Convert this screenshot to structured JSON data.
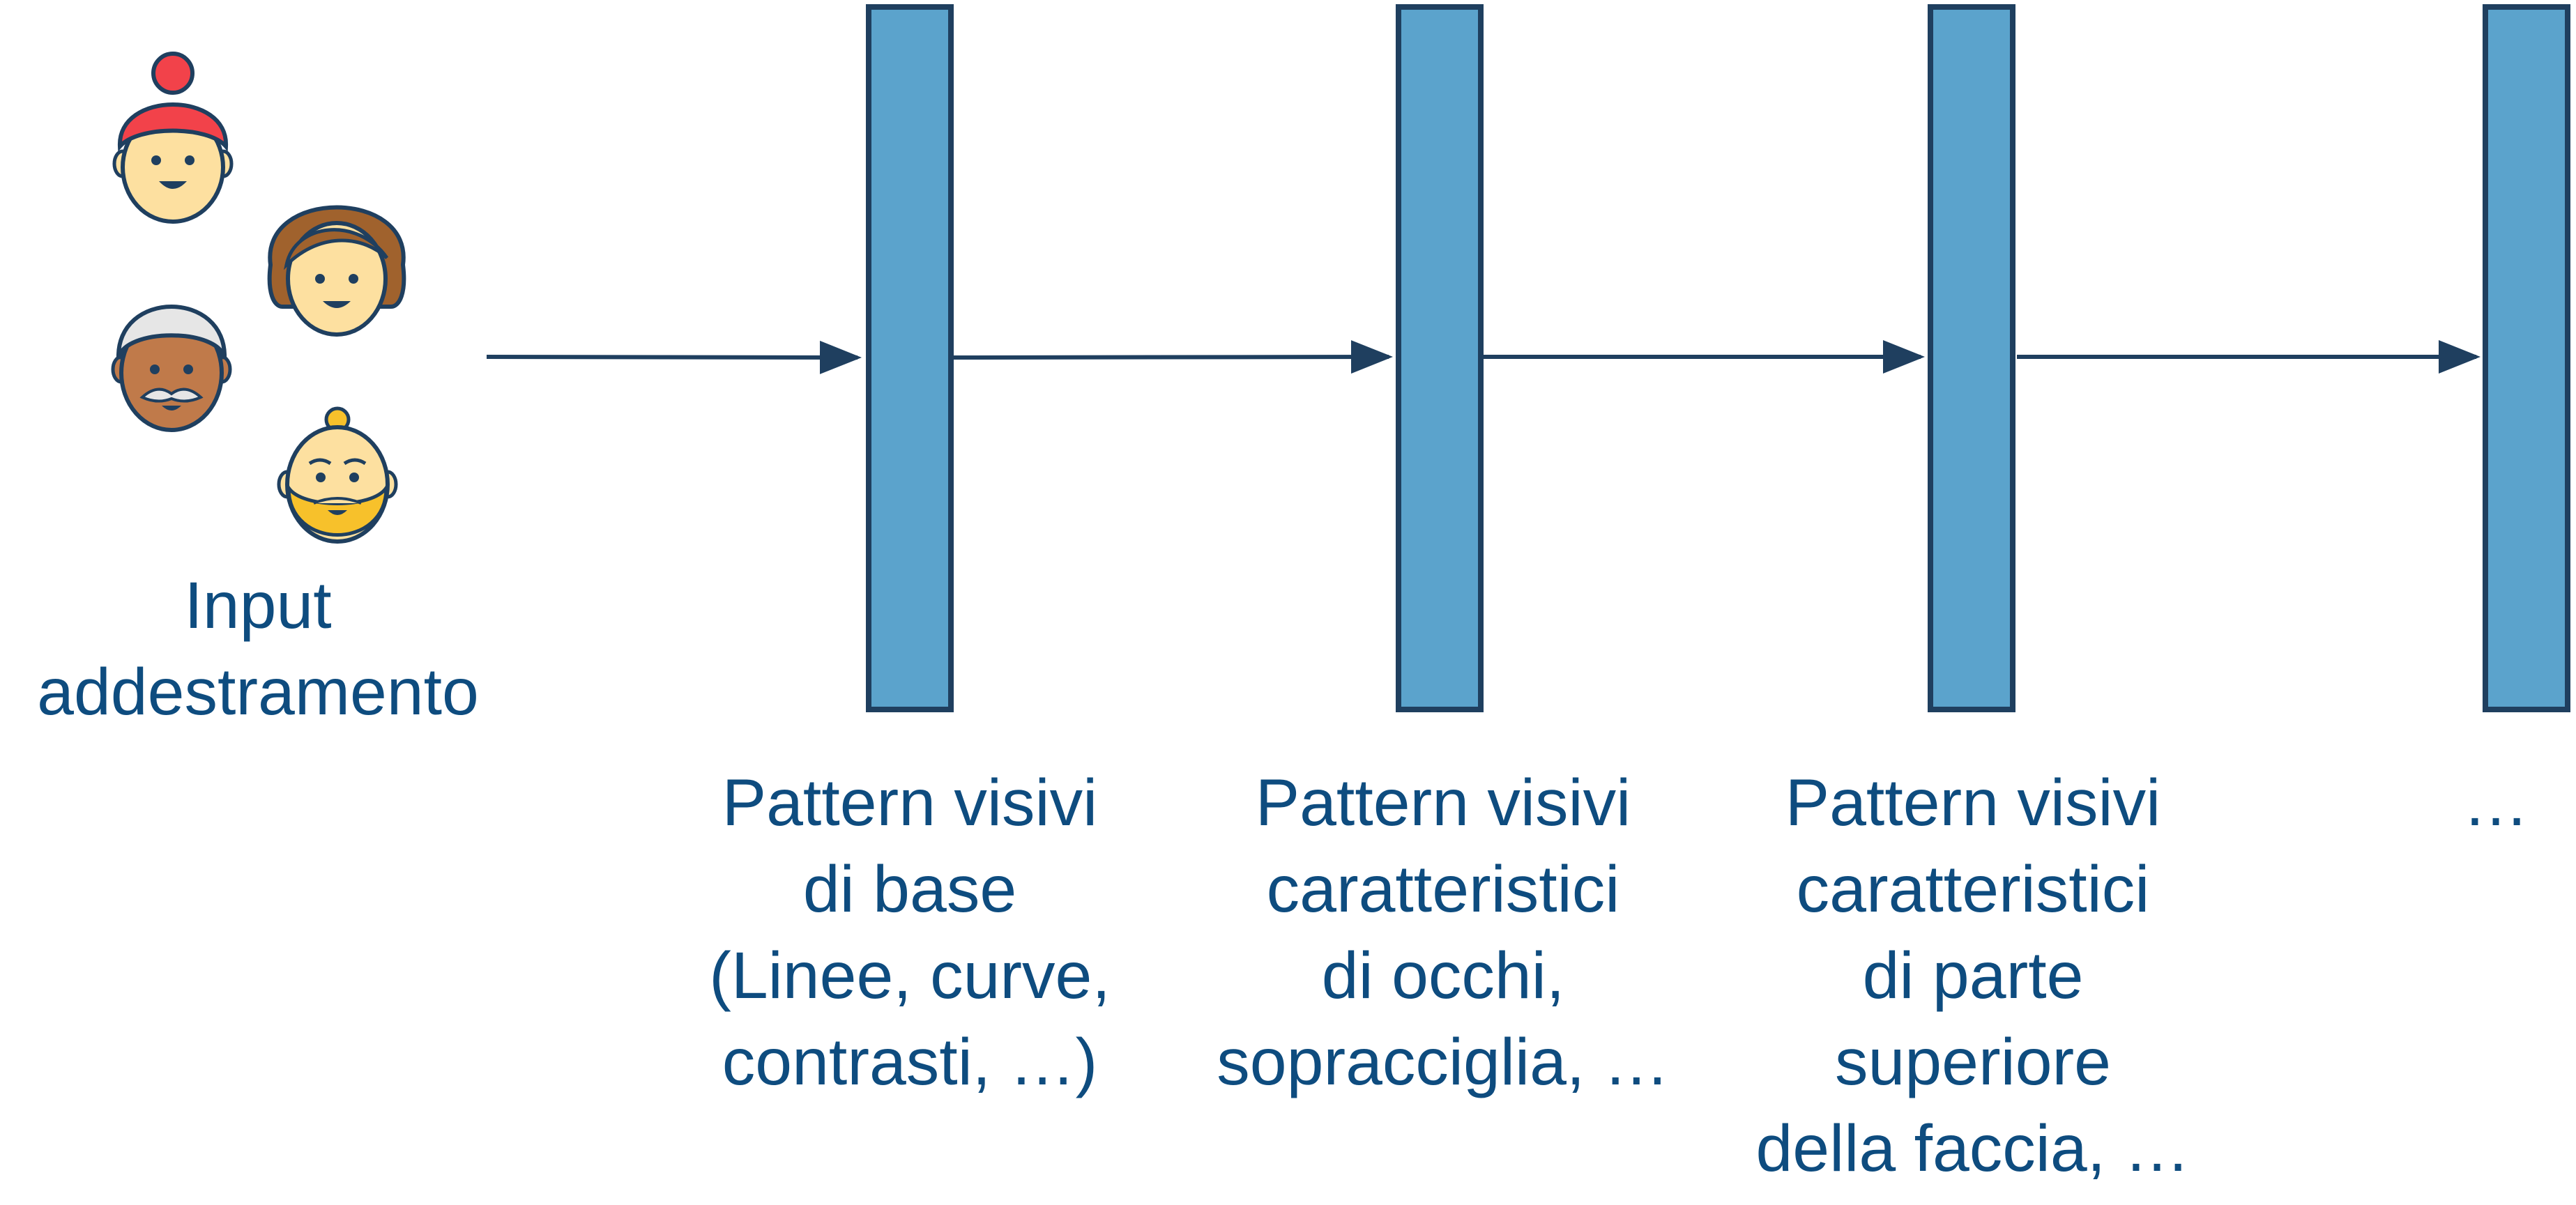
{
  "input": {
    "label_lines": [
      "Input",
      "addestramento"
    ],
    "faces": [
      {
        "name": "woman-red-bun-face-icon"
      },
      {
        "name": "woman-brown-hair-face-icon"
      },
      {
        "name": "man-white-hair-mustache-face-icon"
      },
      {
        "name": "man-bald-beard-face-icon"
      }
    ]
  },
  "layers": [
    {
      "caption_lines": [
        "Pattern visivi",
        "di base",
        "(Linee, curve,",
        "contrasti, …)"
      ]
    },
    {
      "caption_lines": [
        "Pattern visivi",
        "caratteristici",
        "di occhi,",
        "sopracciglia, …"
      ]
    },
    {
      "caption_lines": [
        "Pattern visivi",
        "caratteristici",
        "di parte",
        "superiore",
        "della faccia, …"
      ]
    },
    {
      "caption_lines": [
        "…"
      ]
    }
  ],
  "colors": {
    "layer_fill": "#5ba3cc",
    "layer_stroke": "#1f3f5f",
    "arrow": "#1f3f5f",
    "text": "#0e4c7f",
    "skin": "#fde0a0",
    "outline": "#1f3f5f",
    "red_hair": "#f2424a",
    "brown_hair": "#a0622d",
    "white_hair": "#e6e6e6",
    "dark_skin": "#c07a4a",
    "beard_yellow": "#f7c12b"
  }
}
